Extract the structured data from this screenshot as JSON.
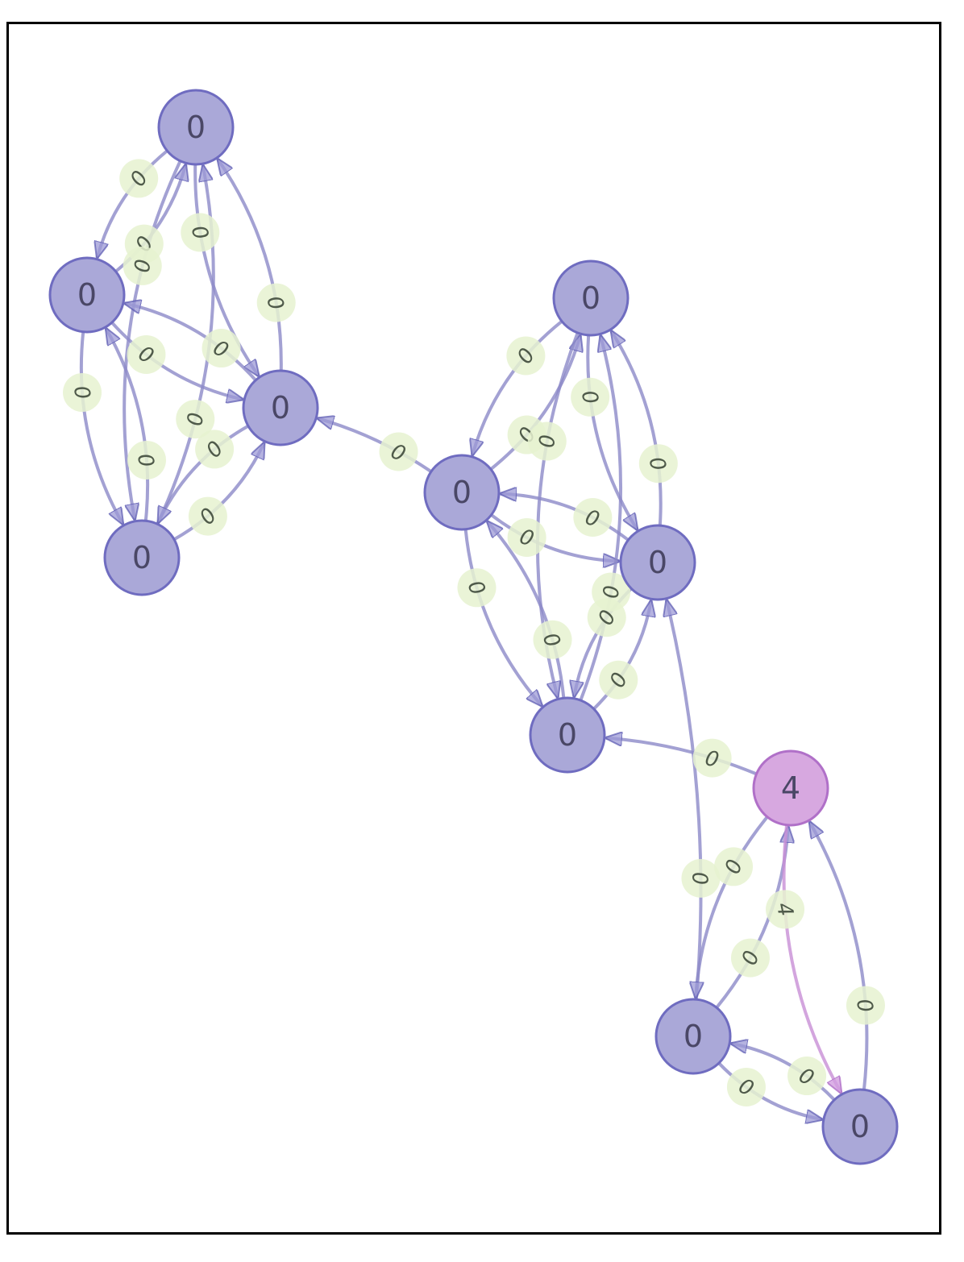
{
  "graph": {
    "colors": {
      "node_fill": "#aaa8d8",
      "node_stroke": "#6f6cc0",
      "highlight_fill": "#d7a8e0",
      "highlight_stroke": "#b070c8",
      "edge": "#8c8ac8",
      "highlight_edge": "#c88ed6",
      "edge_label_bg": "#e6f2d0"
    },
    "nodes": [
      {
        "id": "a1",
        "label": "0"
      },
      {
        "id": "a2",
        "label": "0"
      },
      {
        "id": "a3",
        "label": "0"
      },
      {
        "id": "a4",
        "label": "0"
      },
      {
        "id": "b1",
        "label": "0"
      },
      {
        "id": "b2",
        "label": "0"
      },
      {
        "id": "b3",
        "label": "0"
      },
      {
        "id": "b4",
        "label": "0"
      },
      {
        "id": "c1",
        "label": "4",
        "highlight": true
      },
      {
        "id": "c2",
        "label": "0"
      },
      {
        "id": "c3",
        "label": "0"
      }
    ],
    "edges": [
      {
        "from": "a1",
        "to": "a2",
        "label": "0"
      },
      {
        "from": "a2",
        "to": "a1",
        "label": "0"
      },
      {
        "from": "a1",
        "to": "a3",
        "label": "0"
      },
      {
        "from": "a3",
        "to": "a1",
        "label": "0"
      },
      {
        "from": "a1",
        "to": "a4",
        "label": "0"
      },
      {
        "from": "a4",
        "to": "a1",
        "label": "0"
      },
      {
        "from": "a2",
        "to": "a3",
        "label": "0"
      },
      {
        "from": "a3",
        "to": "a2",
        "label": "0"
      },
      {
        "from": "a2",
        "to": "a4",
        "label": "0"
      },
      {
        "from": "a4",
        "to": "a2",
        "label": "0"
      },
      {
        "from": "a3",
        "to": "a4",
        "label": "0"
      },
      {
        "from": "a4",
        "to": "a3",
        "label": "0"
      },
      {
        "from": "b1",
        "to": "a3",
        "label": "0"
      },
      {
        "from": "b1",
        "to": "b2",
        "label": "0"
      },
      {
        "from": "b2",
        "to": "b1",
        "label": "0"
      },
      {
        "from": "b1",
        "to": "b3",
        "label": "0"
      },
      {
        "from": "b3",
        "to": "b1",
        "label": "0"
      },
      {
        "from": "b1",
        "to": "b4",
        "label": "0"
      },
      {
        "from": "b4",
        "to": "b1",
        "label": "0"
      },
      {
        "from": "b2",
        "to": "b3",
        "label": "0"
      },
      {
        "from": "b3",
        "to": "b2",
        "label": "0"
      },
      {
        "from": "b2",
        "to": "b4",
        "label": "0"
      },
      {
        "from": "b4",
        "to": "b2",
        "label": "0"
      },
      {
        "from": "b3",
        "to": "b4",
        "label": "0"
      },
      {
        "from": "b4",
        "to": "b3",
        "label": "0"
      },
      {
        "from": "c1",
        "to": "b4",
        "label": "0"
      },
      {
        "from": "c2",
        "to": "b3",
        "label": "0"
      },
      {
        "from": "c1",
        "to": "c2",
        "label": "0"
      },
      {
        "from": "c2",
        "to": "c1",
        "label": "0"
      },
      {
        "from": "c3",
        "to": "c1",
        "label": "0"
      },
      {
        "from": "c1",
        "to": "c3",
        "label": "4",
        "highlight": true
      },
      {
        "from": "c2",
        "to": "c3",
        "label": "0"
      },
      {
        "from": "c3",
        "to": "c2",
        "label": "0"
      }
    ]
  }
}
